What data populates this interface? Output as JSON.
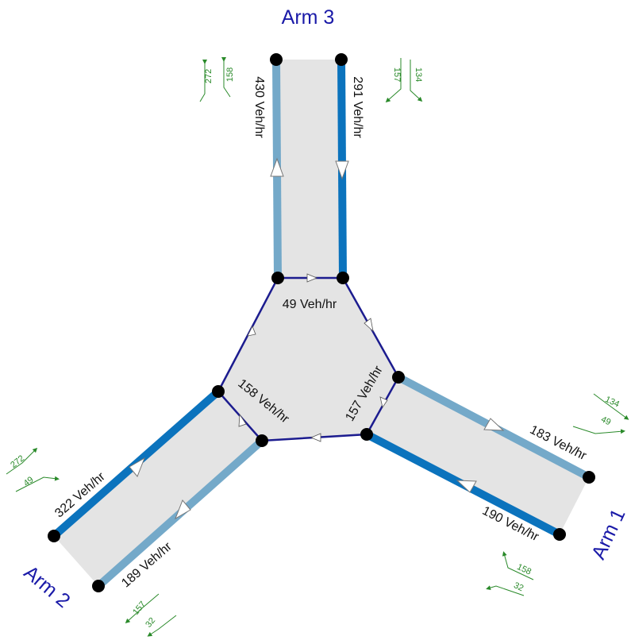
{
  "colors": {
    "region_fill": "#e4e4e4",
    "lane_in": "#0b73bd",
    "lane_out": "#74a9c9",
    "ring": "#1c1c8f",
    "node": "#000000",
    "arm_label": "#1a1aa8",
    "turn": "#2a8a2a"
  },
  "arms": [
    {
      "label": "Arm 1"
    },
    {
      "label": "Arm 2"
    },
    {
      "label": "Arm 3"
    }
  ],
  "flows": {
    "arm3_left": "430 Veh/hr",
    "arm3_right": "291 Veh/hr",
    "ring_top": "49 Veh/hr",
    "ring_left": "158 Veh/hr",
    "ring_right": "157 Veh/hr",
    "arm1_top": "183 Veh/hr",
    "arm1_bottom": "190 Veh/hr",
    "arm2_top": "322 Veh/hr",
    "arm2_bottom": "189 Veh/hr"
  },
  "turns": {
    "arm3_in": [
      "272",
      "158"
    ],
    "arm3_out": [
      "157",
      "134"
    ],
    "arm1_out": [
      "134",
      "49"
    ],
    "arm1_in": [
      "158",
      "32"
    ],
    "arm2_in": [
      "272",
      "49"
    ],
    "arm2_out": [
      "157",
      "32"
    ]
  }
}
